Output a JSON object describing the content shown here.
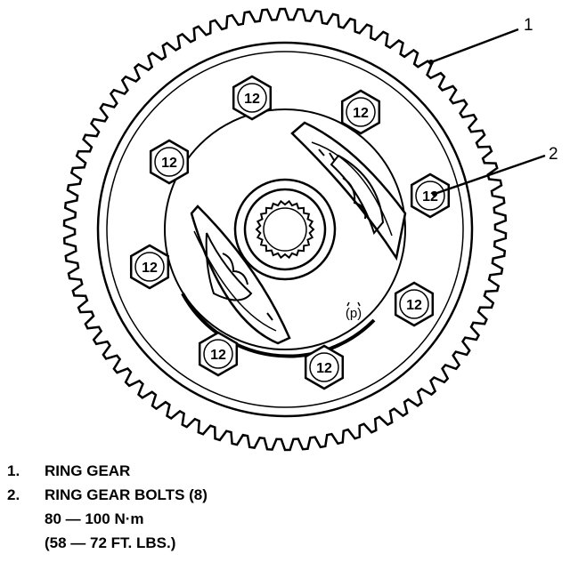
{
  "callouts": [
    {
      "number": "1"
    },
    {
      "number": "2"
    }
  ],
  "bolt_label": "12",
  "bolt_count": 8,
  "ring_gear_teeth": 78,
  "legend": [
    {
      "number": "1.",
      "text": "RING GEAR"
    },
    {
      "number": "2.",
      "text": "RING GEAR BOLTS (8)"
    }
  ],
  "torque_specs": [
    "80 — 100 N·m",
    "(58 — 72 FT. LBS.)"
  ]
}
